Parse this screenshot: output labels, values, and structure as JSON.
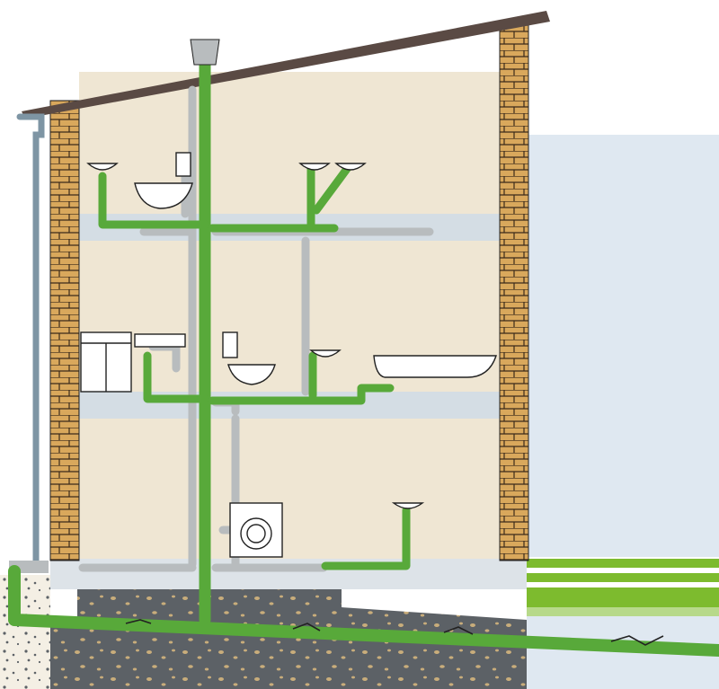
{
  "colors": {
    "background": "#ffffff",
    "sky": "#dfe8f1",
    "lawn": "#7dbb2e",
    "lawn_light": "#b7d98a",
    "interior_wall": "#efe6d3",
    "floor_slab": "#d4dde4",
    "brick": "#d9a85c",
    "mortar": "#3a2a1a",
    "roof": "#5a4a44",
    "drain_pipe": "#58a93a",
    "vent_pipe": "#b8bcbe",
    "downspout": "#7e95a4",
    "gravel": "#5c6166",
    "gravel_stone": "#c9ad7b",
    "pebble_bed": "#f4efe4",
    "foundation": "#dde3e8",
    "fixture_white": "#ffffff",
    "outline": "#222222"
  },
  "elements": {
    "roof": "pitched-roof",
    "walls": [
      "left-brick-wall",
      "right-brick-wall"
    ],
    "floors": [
      "upper-floor-slab",
      "middle-floor-slab",
      "basement-slab"
    ],
    "pipes": [
      "main-soil-stack",
      "vent-stack",
      "upper-branch-drain",
      "middle-branch-drain",
      "basement-branch-drain",
      "sewer-main",
      "rain-downspout"
    ],
    "fixtures": [
      "upper-sink-1",
      "upper-sink-2",
      "upper-sink-3",
      "upper-toilet",
      "kitchen-cabinet",
      "kitchen-sink",
      "middle-toilet",
      "middle-sink",
      "bathtub",
      "washing-machine",
      "basement-sink"
    ]
  }
}
